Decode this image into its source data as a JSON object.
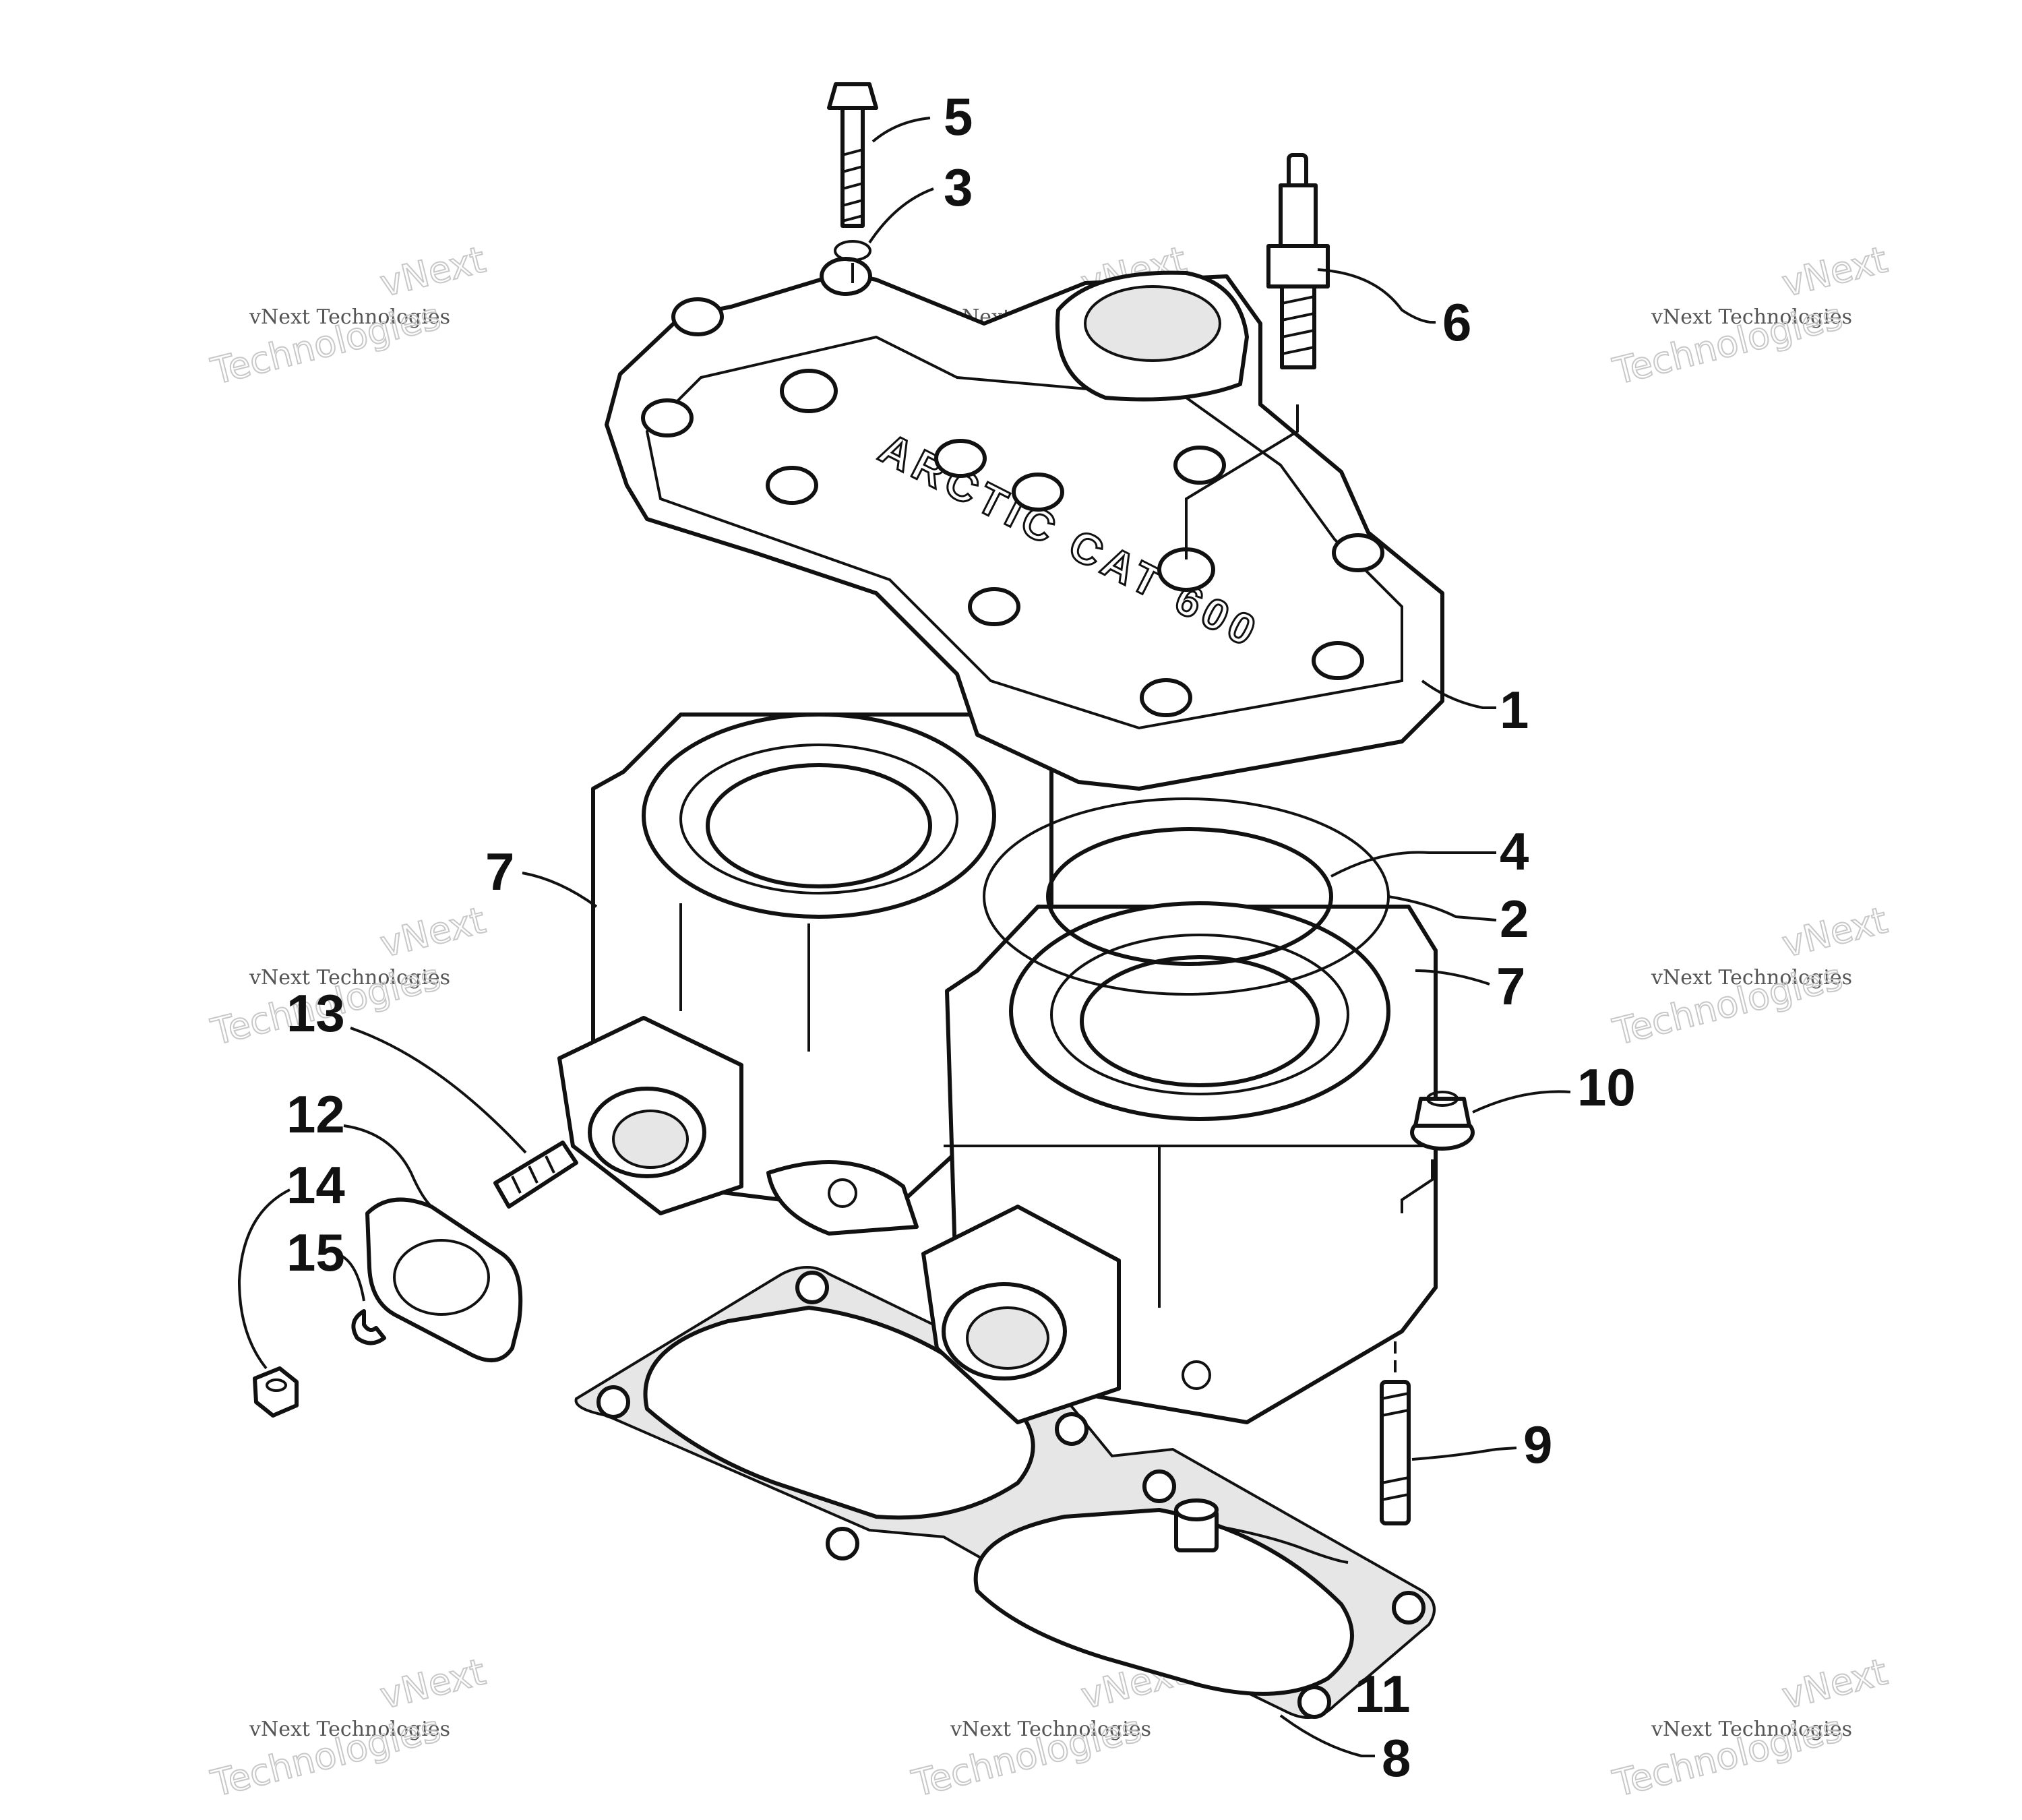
{
  "callouts": [
    {
      "id": "5",
      "label": "5"
    },
    {
      "id": "3",
      "label": "3"
    },
    {
      "id": "6",
      "label": "6"
    },
    {
      "id": "1",
      "label": "1"
    },
    {
      "id": "4",
      "label": "4"
    },
    {
      "id": "2",
      "label": "2"
    },
    {
      "id": "7a",
      "label": "7"
    },
    {
      "id": "7b",
      "label": "7"
    },
    {
      "id": "10",
      "label": "10"
    },
    {
      "id": "13",
      "label": "13"
    },
    {
      "id": "12",
      "label": "12"
    },
    {
      "id": "14",
      "label": "14"
    },
    {
      "id": "15",
      "label": "15"
    },
    {
      "id": "9",
      "label": "9"
    },
    {
      "id": "11",
      "label": "11"
    },
    {
      "id": "8",
      "label": "8"
    }
  ],
  "watermark": {
    "brand": "vNext",
    "line": "vNext Technologies",
    "word": "Technologies"
  },
  "head_casting_text": "ARCTIC CAT 600"
}
